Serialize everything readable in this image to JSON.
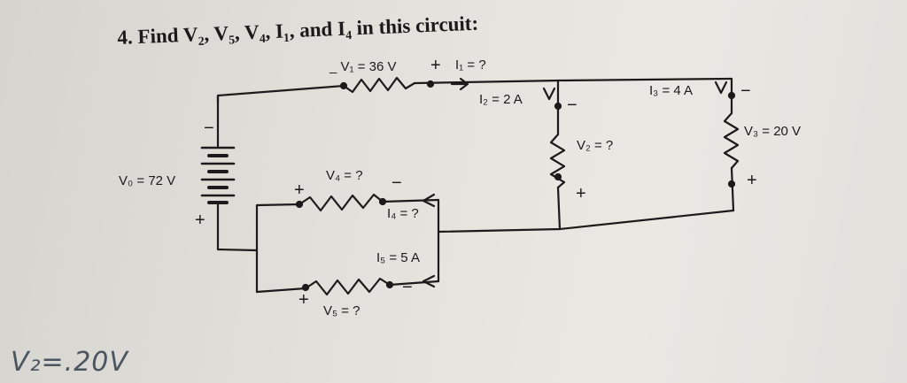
{
  "question": "4. Find V₂, V₅, V₄, I₁, and I₄ in this circuit:",
  "labels": {
    "v1": "_ V₁ = 36 V",
    "v1_plus": "+",
    "i1": "I₁ = ?",
    "i2": "I₂ = 2 A",
    "i3": "I₃ = 4 A",
    "v2": "V₂ = ?",
    "v3": "V₃ = 20 V",
    "v0": "V₀ = 72 V",
    "v4": "V₄ = ?",
    "i4": "I₄ = ?",
    "i5": "I₅ = 5 A",
    "v5": "V₅ = ?"
  },
  "signs": {
    "battery_minus": "−",
    "battery_plus": "+",
    "r2_minus": "−",
    "r2_plus": "+",
    "r3_minus": "−",
    "r3_plus": "+",
    "r4_plus": "+",
    "r4_minus": "−",
    "r5_plus": "+",
    "r5_minus": "−"
  },
  "handwritten_note": "V₂=.20V"
}
